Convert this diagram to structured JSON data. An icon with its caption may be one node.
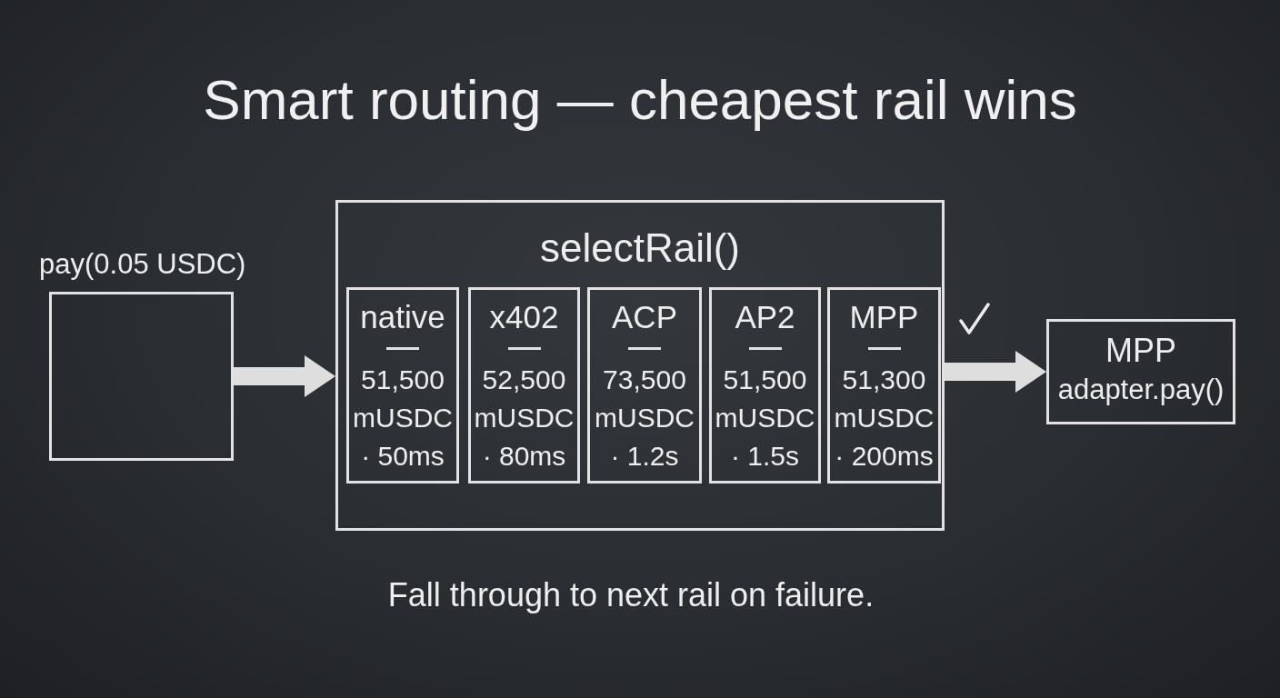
{
  "diagram": {
    "title": "Smart routing — cheapest rail wins",
    "caption": "Fall through to next rail on failure.",
    "nodes": [
      {
        "text": [
          "pay(0.05 USDC)"
        ]
      },
      {
        "text": [
          "selectRail()"
        ]
      },
      {
        "text": [
          "native",
          "51,500 mUSDC · 50ms"
        ],
        "in": 1
      },
      {
        "text": [
          "x402",
          "52,500 mUSDC · 80ms"
        ],
        "in": 1
      },
      {
        "text": [
          "ACP",
          "73,500 mUSDC · 1.2s"
        ],
        "in": 1
      },
      {
        "text": [
          "AP2",
          "51,500 mUSDC · 1.5s"
        ],
        "in": 1
      },
      {
        "text": [
          "MPP",
          "51,300 mUSDC · 200ms"
        ],
        "in": 1
      },
      {
        "text": [
          "MPP",
          "adapter.pay()"
        ]
      }
    ],
    "edges": [
      {
        "from": 0,
        "to": 1,
        "arrow": "to"
      },
      {
        "from": 1,
        "to": 7,
        "arrow": "to"
      }
    ]
  }
}
